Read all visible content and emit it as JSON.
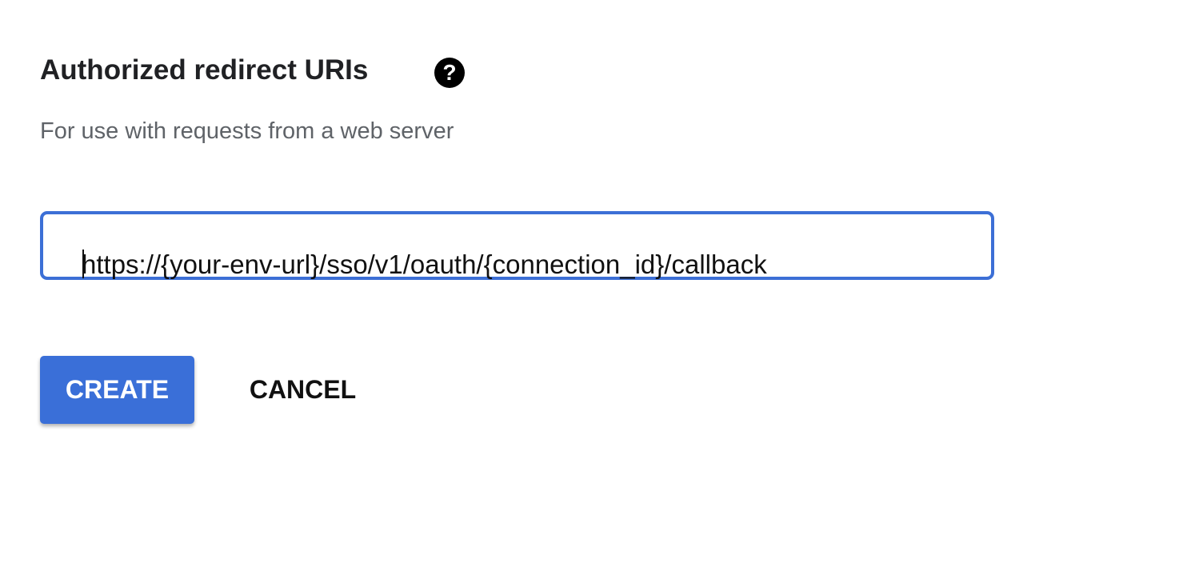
{
  "section": {
    "title": "Authorized redirect URIs",
    "help_icon": "?",
    "subtitle": "For use with requests from a web server"
  },
  "uri_input": {
    "value": "https://{your-env-url}/sso/v1/oauth/{connection_id}/callback"
  },
  "actions": {
    "create_label": "CREATE",
    "cancel_label": "CANCEL"
  },
  "colors": {
    "accent": "#3a6fd8"
  }
}
